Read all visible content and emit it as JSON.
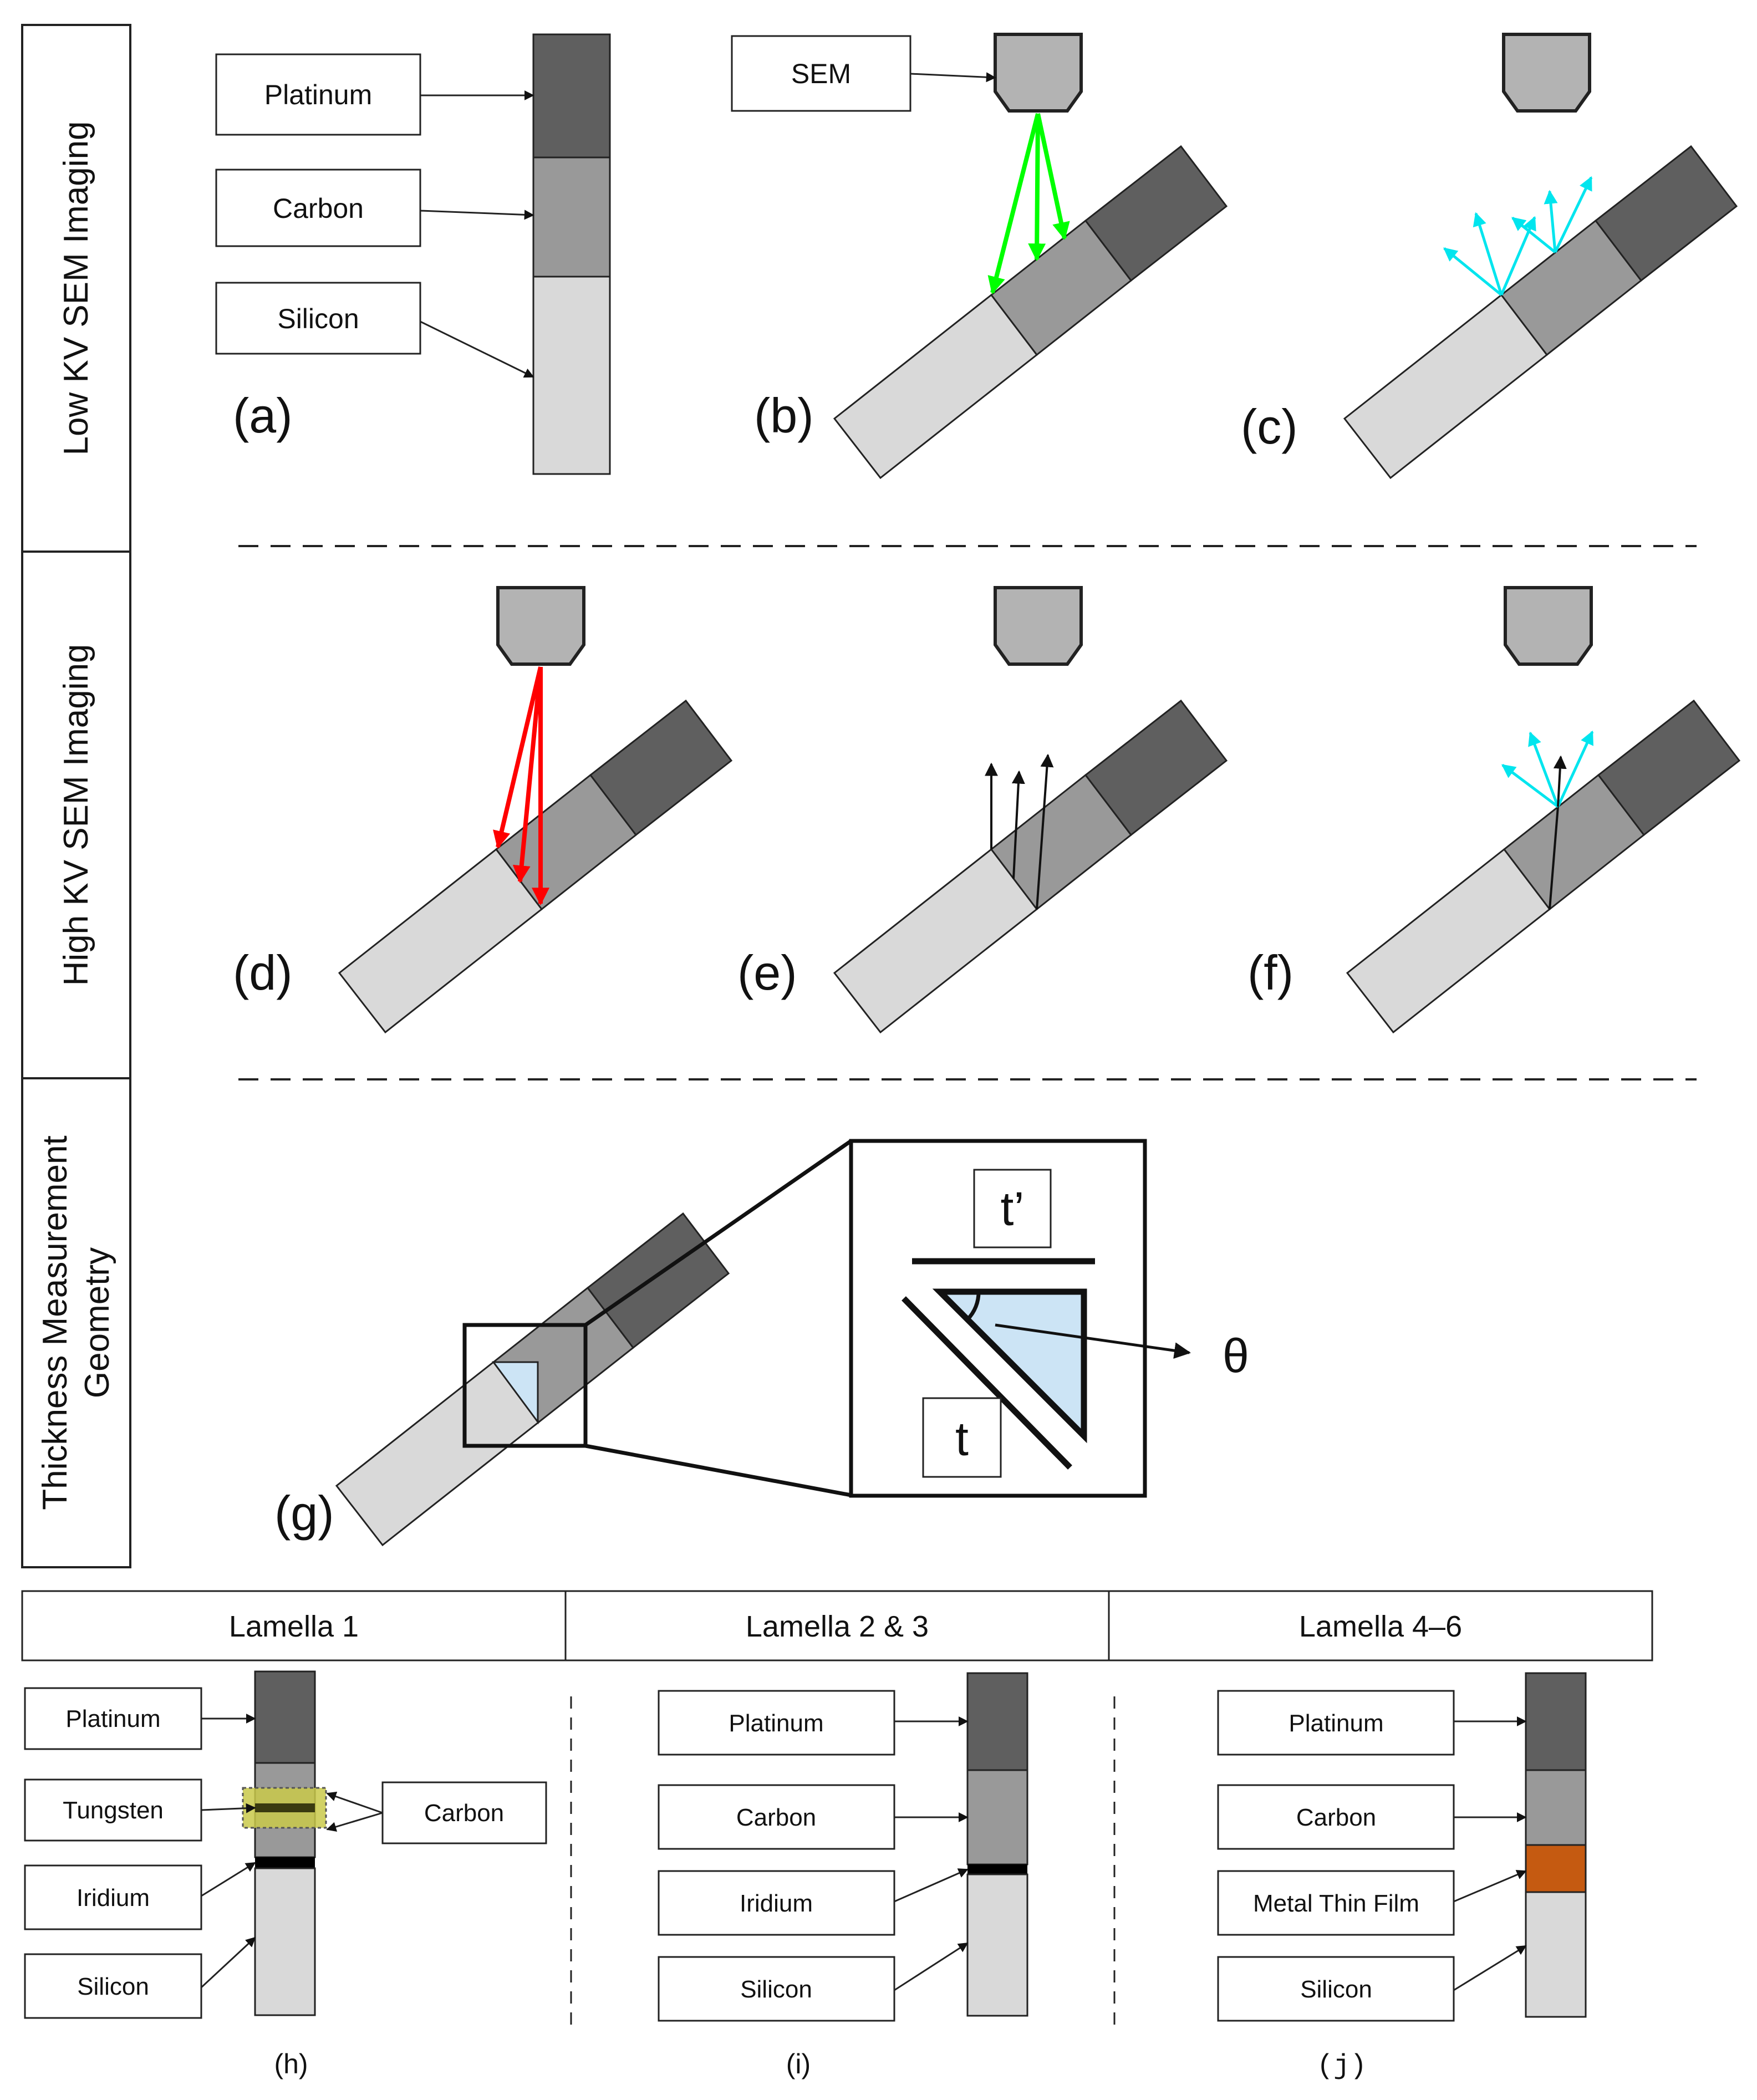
{
  "sections": {
    "low_kv": "Low KV SEM Imaging",
    "high_kv": "High KV SEM Imaging",
    "geometry_line1": "Thickness Measurement",
    "geometry_line2": "Geometry"
  },
  "panels": {
    "a": "(a)",
    "b": "(b)",
    "c": "(c)",
    "d": "(d)",
    "e": "(e)",
    "f": "(f)",
    "g": "(g)",
    "h": "(h)",
    "i": "(i)",
    "j": "(j)"
  },
  "panel_a": {
    "platinum": "Platinum",
    "carbon": "Carbon",
    "silicon": "Silicon"
  },
  "panel_b": {
    "sem": "SEM"
  },
  "panel_g": {
    "t_prime": "t’",
    "t": "t",
    "theta": "θ"
  },
  "lamellae": {
    "headers": [
      "Lamella 1",
      "Lamella 2 & 3",
      "Lamella 4–6"
    ],
    "h": {
      "platinum": "Platinum",
      "tungsten": "Tungsten",
      "carbon": "Carbon",
      "iridium": "Iridium",
      "silicon": "Silicon"
    },
    "i": {
      "platinum": "Platinum",
      "carbon": "Carbon",
      "iridium": "Iridium",
      "silicon": "Silicon"
    },
    "j": {
      "platinum": "Platinum",
      "carbon": "Carbon",
      "metal": "Metal Thin Film",
      "silicon": "Silicon"
    }
  },
  "colors": {
    "platinum": "#5f5f5f",
    "carbon": "#999999",
    "silicon": "#d9d9d9",
    "iridium": "#000000",
    "metal_thin_film": "#c55a11",
    "tungsten_highlight": "#c9c94a",
    "tungsten_band": "#3a3a10",
    "low_kv_beam": "#00ff00",
    "high_kv_beam": "#ff0000",
    "secondary_electrons": "#00e5ee",
    "inset_fill": "#cce4f5",
    "sem_column": "#b3b3b3"
  }
}
